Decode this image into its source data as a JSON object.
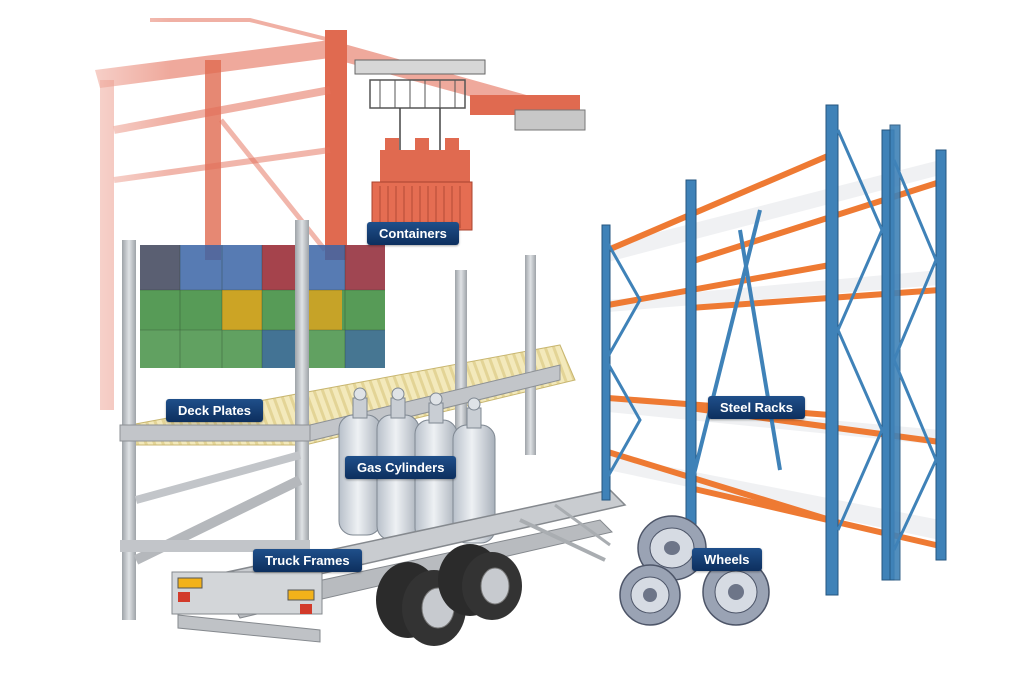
{
  "labels": {
    "containers": "Containers",
    "deck_plates": "Deck Plates",
    "gas_cylinders": "Gas Cylinders",
    "steel_racks": "Steel Racks",
    "truck_frames": "Truck Frames",
    "wheels": "Wheels"
  },
  "colors": {
    "label_bg": "#143f74",
    "label_text": "#ffffff",
    "crane": "#e4705a",
    "rack_upright": "#3f82b8",
    "rack_beam": "#ee7a33",
    "deck_plate": "#f1e6b4",
    "container_green": "#3a8a3a",
    "container_blue": "#3a64a6",
    "container_red": "#b33a3a",
    "container_yellow": "#d9a520",
    "cylinder": "#d8dde4",
    "frame_steel": "#b9bcc0",
    "tire": "#2b2b2b"
  }
}
